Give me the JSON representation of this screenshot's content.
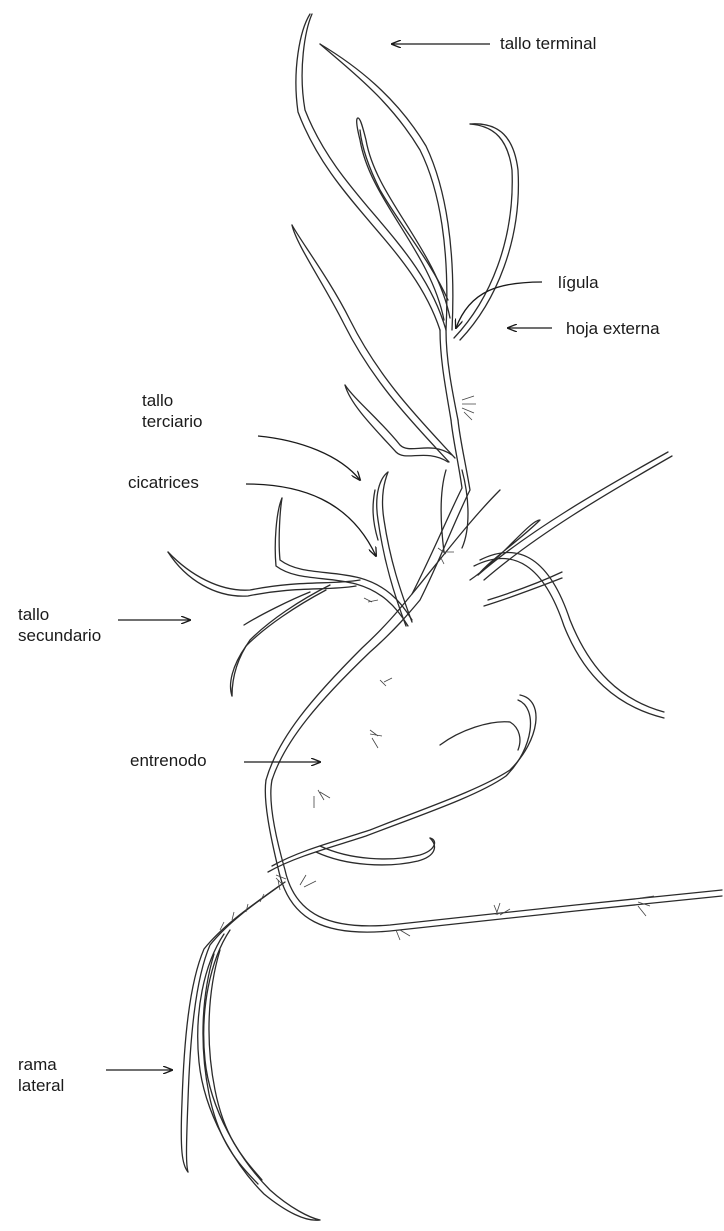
{
  "labels": {
    "tallo_terminal": "tallo terminal",
    "ligula": "lígula",
    "hoja_externa": "hoja externa",
    "tallo_terciario": "tallo\nterciario",
    "cicatrices": "cicatrices",
    "tallo_secundario": "tallo\nsecundario",
    "entrenodo": "entrenodo",
    "rama_lateral": "rama\nlateral"
  },
  "colors": {
    "ink": "#1a1a1a",
    "background": "#ffffff"
  }
}
